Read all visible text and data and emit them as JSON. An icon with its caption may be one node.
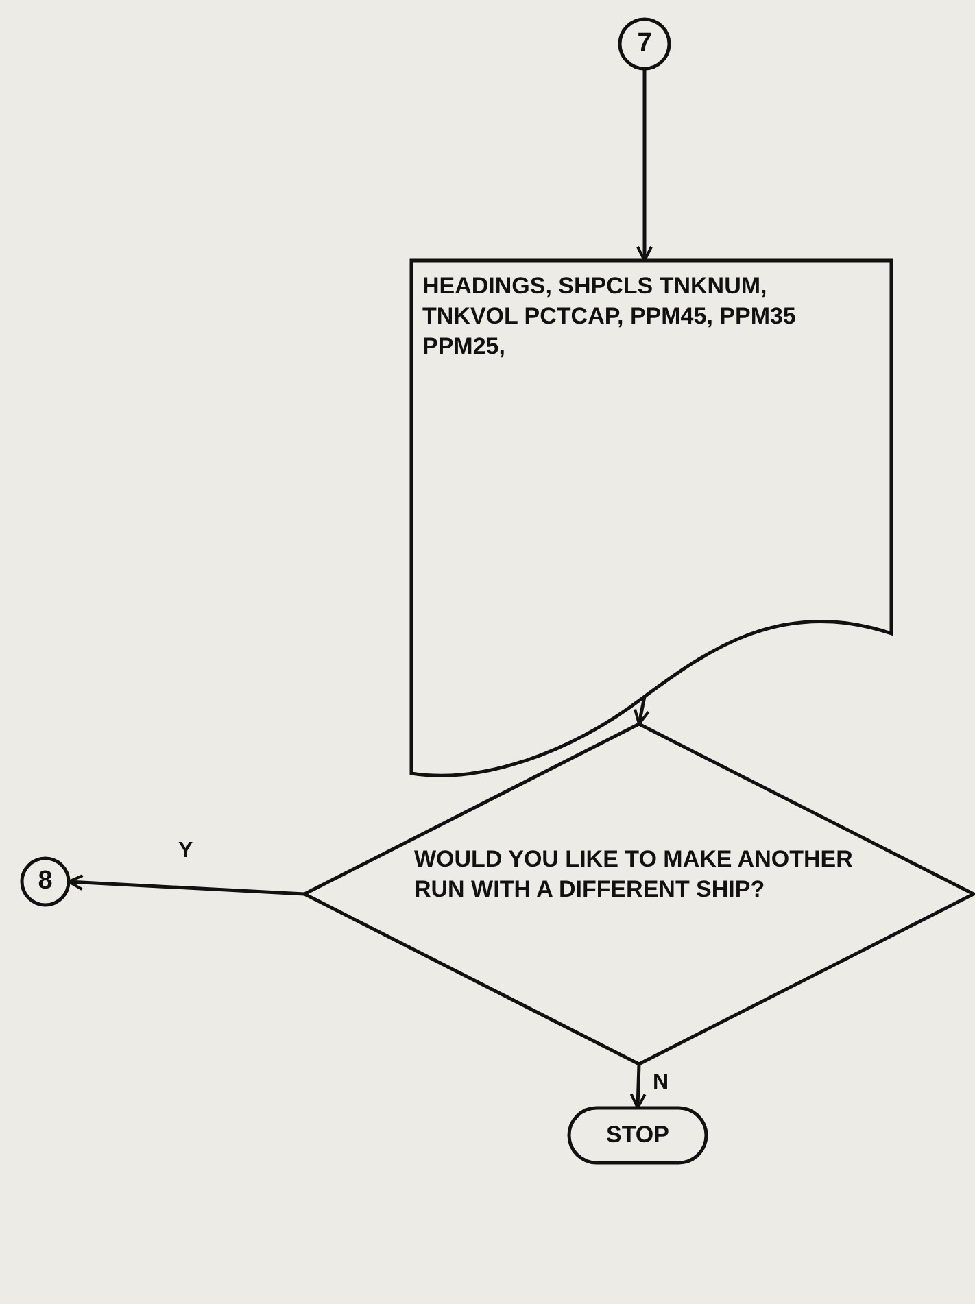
{
  "diagram": {
    "nodes": [
      {
        "text": [
          "7"
        ]
      },
      {
        "text": [
          "HEADINGS, SHPCLS TNKNUM, TNKVOL PCTCAP, PPM45, PPM35 PPM25,"
        ]
      },
      {
        "text": [
          "WOULD YOU LIKE TO MAKE ANOTHER RUN WITH A DIFFERENT SHIP?"
        ]
      },
      {
        "text": [
          "8"
        ]
      },
      {
        "text": [
          "STOP"
        ]
      }
    ],
    "edges": [
      {
        "from": 0,
        "to": 1,
        "arrow": "to"
      },
      {
        "from": 1,
        "to": 2,
        "arrow": "to"
      },
      {
        "from": 2,
        "to": 3,
        "arrow": "to",
        "label": "Y"
      },
      {
        "from": 2,
        "to": 4,
        "arrow": "to",
        "label": "N"
      }
    ]
  }
}
